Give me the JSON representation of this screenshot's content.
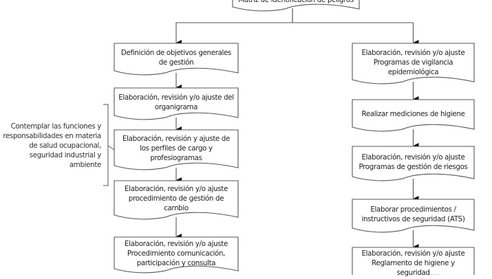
{
  "diagram": {
    "type": "flowchart",
    "colors": {
      "stroke": "#555555",
      "text": "#222222",
      "background": "#ffffff"
    },
    "root": {
      "id": "matriz",
      "label": "Matriz de identificación de peligros"
    },
    "left_column": [
      {
        "id": "L1",
        "label": "Definición de objetivos generales de gestión"
      },
      {
        "id": "L2",
        "label": "Elaboración, revisión y/o ajuste del organigrama"
      },
      {
        "id": "L3",
        "label": "Elaboración, revisión y ajuste de los perfiles de cargo y profesiogramas"
      },
      {
        "id": "L4",
        "label": "Elaboración, revisión y/o ajuste procedimiento de gestión de cambio"
      },
      {
        "id": "L5",
        "label": "Elaboración, revisión y/o ajuste Procedimiento comunicación, participación y consulta"
      }
    ],
    "right_column": [
      {
        "id": "R1",
        "label": "Elaboración, revisión y/o ajuste Programas de vigilancia epidemiológica"
      },
      {
        "id": "R2",
        "label": "Realizar mediciones de higiene"
      },
      {
        "id": "R3",
        "label": "Elaboración, revisión y/o ajuste Programas de gestión de riesgos"
      },
      {
        "id": "R4",
        "label": "Elaborar procedimientos / instructivos de seguridad (ATS)"
      },
      {
        "id": "R5",
        "label": "Elaboración, revisión y/o ajuste Reglamento de higiene y seguridad"
      }
    ],
    "annotation": {
      "label": "Contemplar las funciones y responsabilidades en materia de salud ocupacional, seguridad industrial y ambiente",
      "targets": [
        "L2",
        "L3",
        "L4"
      ]
    },
    "edges": [
      {
        "from": "matriz",
        "to": "L1"
      },
      {
        "from": "matriz",
        "to": "R1"
      },
      {
        "from": "L1",
        "to": "L2"
      },
      {
        "from": "L2",
        "to": "L3"
      },
      {
        "from": "L3",
        "to": "L4"
      },
      {
        "from": "L4",
        "to": "L5"
      },
      {
        "from": "R1",
        "to": "R2"
      },
      {
        "from": "R2",
        "to": "R3"
      },
      {
        "from": "R3",
        "to": "R4"
      },
      {
        "from": "R4",
        "to": "R5"
      }
    ]
  }
}
